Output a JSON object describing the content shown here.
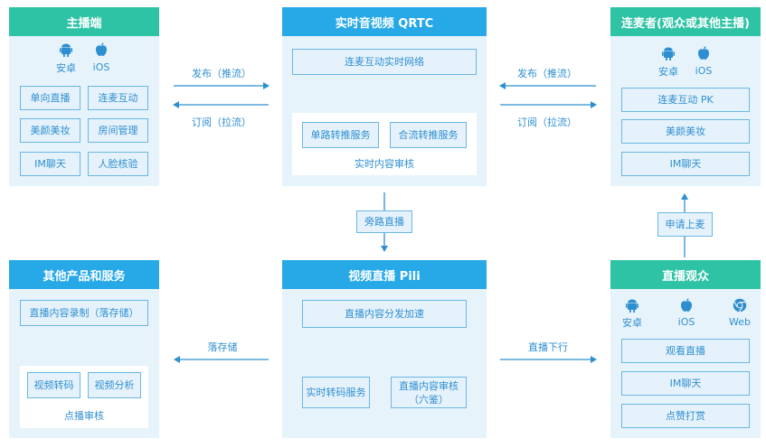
{
  "anchor": {
    "title": "主播端",
    "platforms": [
      "安卓",
      "iOS"
    ],
    "features": [
      "单向直播",
      "连麦互动",
      "美颜美妆",
      "房间管理",
      "IM聊天",
      "人脸核验"
    ]
  },
  "qrtc": {
    "title": "实时音视频 QRTC",
    "network": "连麦互动实时网络",
    "single_relay": "单路转推服务",
    "merge_relay": "合流转推服务",
    "audit": "实时内容审核"
  },
  "comic": {
    "title": "连麦者(观众或其他主播)",
    "platforms": [
      "安卓",
      "iOS"
    ],
    "features": [
      "连麦互动 PK",
      "美颜美妆",
      "IM聊天"
    ]
  },
  "other": {
    "title": "其他产品和服务",
    "record": "直播内容录制（落存储）",
    "transcode": "视频转码",
    "analysis": "视频分析",
    "vod_audit": "点播审核"
  },
  "pili": {
    "title": "视频直播 Pili",
    "cdn": "直播内容分发加速",
    "transcode": "实时转码服务",
    "audit_line1": "直播内容审核",
    "audit_line2": "（六鉴）"
  },
  "audience": {
    "title": "直播观众",
    "platforms": [
      "安卓",
      "iOS",
      "Web"
    ],
    "features": [
      "观看直播",
      "IM聊天",
      "点赞打赏"
    ]
  },
  "connectors": {
    "publish_left": "发布（推流）",
    "subscribe_left": "订阅（拉流）",
    "publish_right": "发布（推流）",
    "subscribe_right": "订阅（拉流）",
    "bypass": "旁路直播",
    "apply": "申请上麦",
    "store": "落存储",
    "distribute": "直播下行"
  },
  "colors": {
    "blue_header": "#27a9e8",
    "green_header": "#2fc3a6",
    "panel": "#e7f3fb",
    "line": "#2e8fd0"
  }
}
